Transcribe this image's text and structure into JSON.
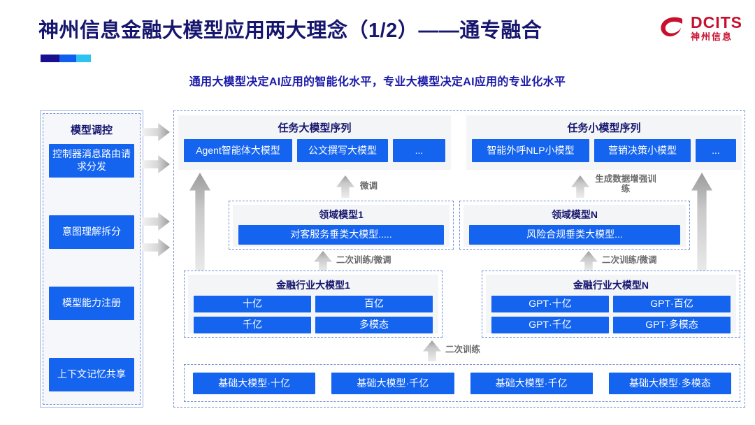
{
  "header": {
    "title": "神州信息金融大模型应用两大理念（1/2）——通专融合",
    "subtitle": "通用大模型决定AI应用的智能化水平，专业大模型决定AI应用的专业化水平",
    "logo_en": "DCITS",
    "logo_cn": "神州信息",
    "accent_colors": [
      "#1a108f",
      "#0f5ef0",
      "#2ec2f0"
    ],
    "title_color": "#16166e",
    "subtitle_color": "#1a1aa8",
    "logo_color": "#c8102e"
  },
  "sidebar": {
    "title": "模型调控",
    "items": [
      {
        "label": "控制器消息路由请求分发"
      },
      {
        "label": "意图理解拆分"
      },
      {
        "label": "模型能力注册"
      },
      {
        "label": "上下文记忆共享"
      }
    ]
  },
  "diagram": {
    "box_color": "#1464ef",
    "task_large": {
      "title": "任务大模型序列",
      "items": [
        "Agent智能体大模型",
        "公文撰写大模型",
        "..."
      ]
    },
    "task_small": {
      "title": "任务小模型序列",
      "items": [
        "智能外呼NLP小模型",
        "营销决策小模型",
        "..."
      ]
    },
    "domain_models": [
      {
        "title": "领域模型1",
        "item": "对客服务垂类大模型....."
      },
      {
        "title": "领域模型N",
        "item": "风险合规垂类大模型..."
      }
    ],
    "industry_models": [
      {
        "title": "金融行业大模型1",
        "items": [
          "十亿",
          "百亿",
          "千亿",
          "多模态"
        ]
      },
      {
        "title": "金融行业大模型N",
        "items": [
          "GPT·十亿",
          "GPT·百亿",
          "GPT·千亿",
          "GPT·多模态"
        ]
      }
    ],
    "base_models": [
      "基础大模型·十亿",
      "基础大模型·千亿",
      "基础大模型·千亿",
      "基础大模型·多模态"
    ],
    "flow_labels": {
      "fine_tune": "微调",
      "data_aug": "生成数据增强训练",
      "retrain_tune_left": "二次训练/微调",
      "retrain_tune_right": "二次训练/微调",
      "retrain": "二次训练"
    }
  }
}
